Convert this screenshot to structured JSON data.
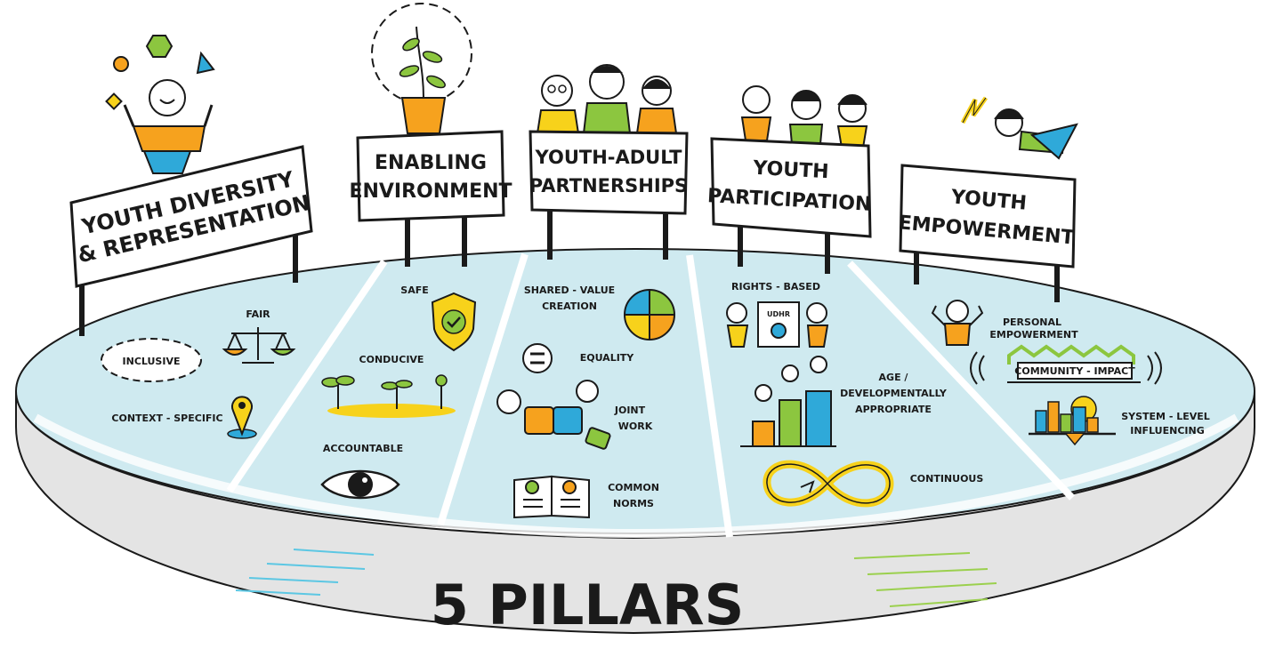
{
  "title": "5 PILLARS",
  "colors": {
    "platform_top": "#cfeaf0",
    "platform_side": "#e4e4e4",
    "outline": "#1a1a1a",
    "orange": "#f6a21e",
    "green": "#8cc63f",
    "yellow": "#f7d21b",
    "blue": "#2fa9d9",
    "light_blue_stroke": "#5cc7e3",
    "light_green_stroke": "#9bd04e"
  },
  "pillars": [
    {
      "sign_lines": [
        "YOUTH DIVERSITY",
        "& REPRESENTATION"
      ],
      "items": [
        {
          "label": "FAIR",
          "icon": "scales-icon"
        },
        {
          "label": "INCLUSIVE",
          "icon": "dashed-ellipse-icon"
        },
        {
          "label": "CONTEXT - SPECIFIC",
          "icon": "map-pin-icon"
        }
      ]
    },
    {
      "sign_lines": [
        "ENABLING",
        "ENVIRONMENT"
      ],
      "items": [
        {
          "label": "SAFE",
          "icon": "shield-check-icon"
        },
        {
          "label": "CONDUCIVE",
          "icon": "sprouts-icon"
        },
        {
          "label": "ACCOUNTABLE",
          "icon": "eye-icon"
        }
      ]
    },
    {
      "sign_lines": [
        "YOUTH-ADULT",
        "PARTNERSHIPS"
      ],
      "items": [
        {
          "label_lines": [
            "SHARED - VALUE",
            "CREATION"
          ],
          "icon": "puzzle-circle-icon"
        },
        {
          "label": "EQUALITY",
          "icon": "equals-icon"
        },
        {
          "label_lines": [
            "JOINT",
            "WORK"
          ],
          "icon": "puzzle-pieces-icon"
        },
        {
          "label_lines": [
            "COMMON",
            "NORMS"
          ],
          "icon": "open-book-icon"
        }
      ]
    },
    {
      "sign_lines": [
        "YOUTH",
        "PARTICIPATION"
      ],
      "items": [
        {
          "label": "RIGHTS - BASED",
          "icon": "udhr-scroll-icon"
        },
        {
          "label_lines": [
            "AGE /",
            "DEVELOPMENTALLY",
            "APPROPRIATE"
          ],
          "icon": "bar-podium-icon"
        },
        {
          "label": "CONTINUOUS",
          "icon": "infinity-icon"
        }
      ]
    },
    {
      "sign_lines": [
        "YOUTH",
        "EMPOWERMENT"
      ],
      "items": [
        {
          "label_lines": [
            "PERSONAL",
            "EMPOWERMENT"
          ],
          "icon": "flexing-person-icon"
        },
        {
          "label": "COMMUNITY - IMPACT",
          "icon": "houses-icon"
        },
        {
          "label_lines": [
            "SYSTEM - LEVEL",
            "INFLUENCING"
          ],
          "icon": "city-seesaw-icon"
        }
      ]
    }
  ],
  "udhr_text": "UDHR"
}
